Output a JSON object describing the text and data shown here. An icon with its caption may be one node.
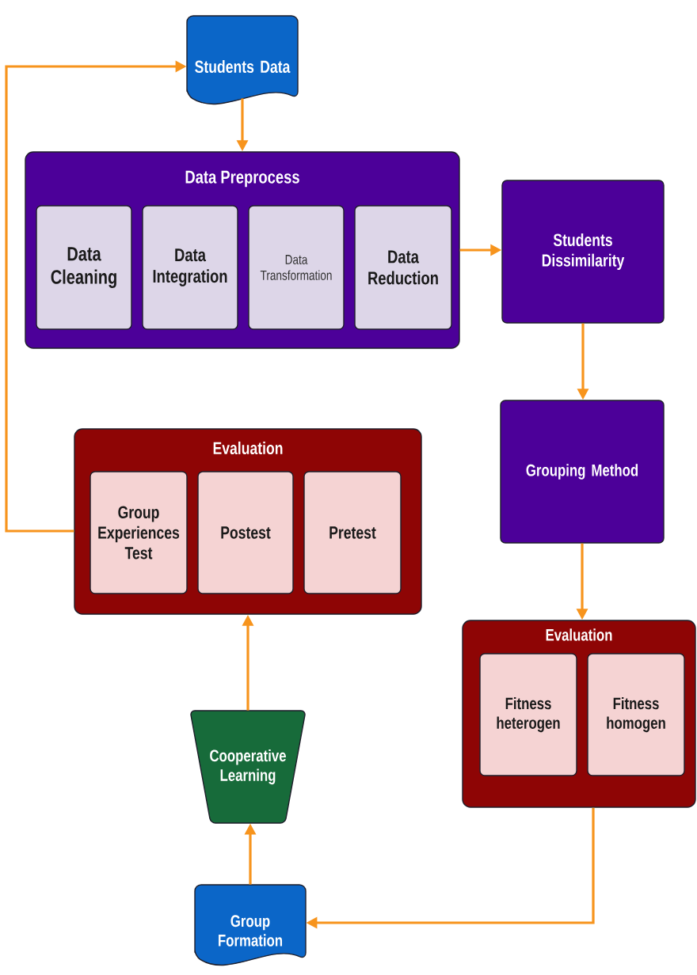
{
  "diagram": {
    "nodes": [
      {
        "text": [
          "Students Data"
        ]
      },
      {
        "text": [
          "Data Preprocess"
        ]
      },
      {
        "text": [
          "Data Cleaning"
        ],
        "in": 1
      },
      {
        "text": [
          "Data Integration"
        ],
        "in": 1
      },
      {
        "text": [
          "Data Transformation"
        ],
        "in": 1
      },
      {
        "text": [
          "Data Reduction"
        ],
        "in": 1
      },
      {
        "text": [
          "Students Dissimilarity"
        ]
      },
      {
        "text": [
          "Grouping Method"
        ]
      },
      {
        "text": [
          "Evaluation"
        ]
      },
      {
        "text": [
          "Group Experiences Test"
        ],
        "in": 8
      },
      {
        "text": [
          "Postest"
        ],
        "in": 8
      },
      {
        "text": [
          "Pretest"
        ],
        "in": 8
      },
      {
        "text": [
          "Evaluation"
        ]
      },
      {
        "text": [
          "Fitness heterogen"
        ],
        "in": 12
      },
      {
        "text": [
          "Fitness homogen"
        ],
        "in": 12
      },
      {
        "text": [
          "Cooperative Learning"
        ]
      },
      {
        "text": [
          "Group Formation"
        ]
      }
    ],
    "edges": [
      {
        "from": 0,
        "to": 1,
        "arrow": "to"
      },
      {
        "from": 1,
        "to": 6,
        "arrow": "to"
      },
      {
        "from": 6,
        "to": 7,
        "arrow": "to"
      },
      {
        "from": 7,
        "to": 12,
        "arrow": "to"
      },
      {
        "from": 12,
        "to": 16,
        "arrow": "to"
      },
      {
        "from": 16,
        "to": 15,
        "arrow": "to"
      },
      {
        "from": 15,
        "to": 8,
        "arrow": "to"
      },
      {
        "from": 8,
        "to": 0,
        "arrow": "to"
      }
    ]
  }
}
